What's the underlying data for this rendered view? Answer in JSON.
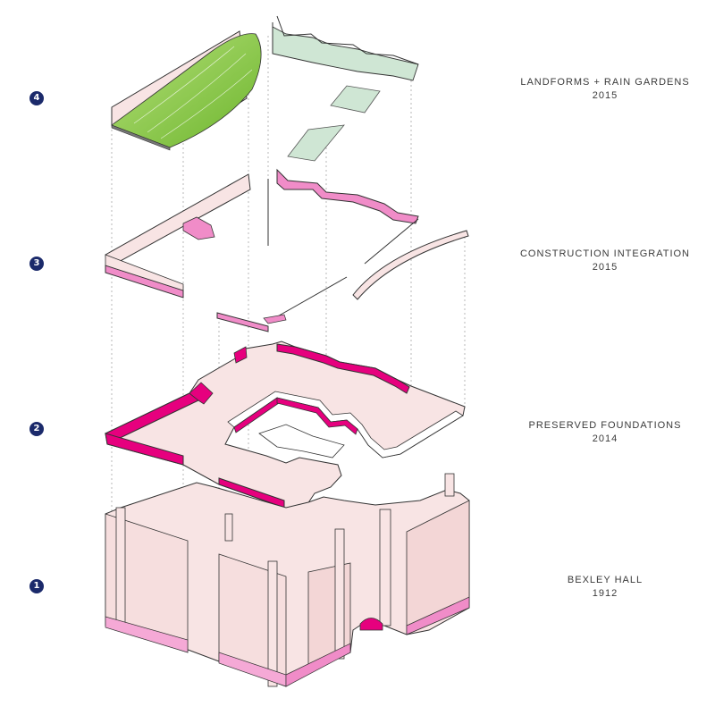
{
  "layers": [
    {
      "number": "4",
      "title": "LANDFORMS + RAIN GARDENS",
      "year": "2015"
    },
    {
      "number": "3",
      "title": "CONSTRUCTION INTEGRATION",
      "year": "2015"
    },
    {
      "number": "2",
      "title": "PRESERVED FOUNDATIONS",
      "year": "2014"
    },
    {
      "number": "1",
      "title": "BEXLEY HALL",
      "year": "1912"
    }
  ],
  "colors": {
    "building_fill": "#f8e4e4",
    "building_stroke": "#333333",
    "accent_magenta": "#e6007e",
    "accent_pink": "#f08cc8",
    "landform_green": "#8ccb3e",
    "rain_garden": "#cfe6d4",
    "marker_navy": "#1b2a6b"
  }
}
